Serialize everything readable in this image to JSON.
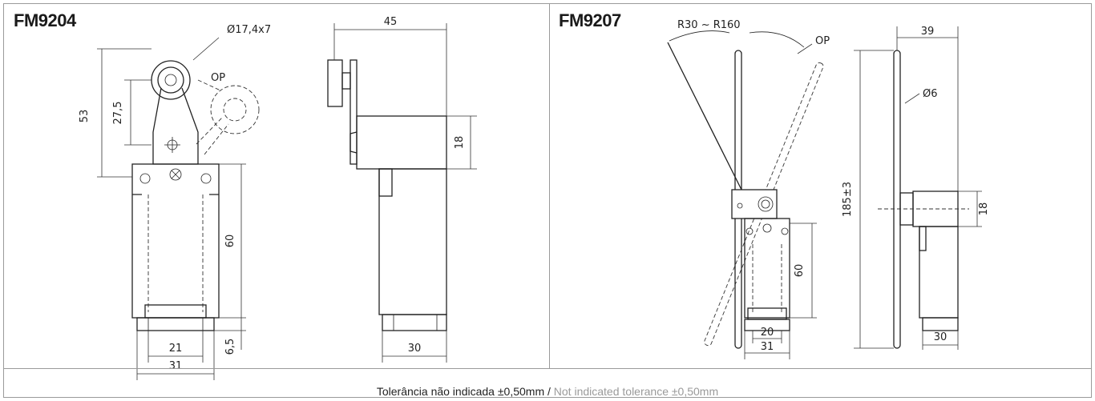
{
  "left_panel": {
    "title": "FM9204",
    "dims": {
      "roller": "Ø17,4x7",
      "op": "OP",
      "d53": "53",
      "d27_5": "27,5",
      "d45": "45",
      "d18": "18",
      "d60": "60",
      "d6_5": "6,5",
      "d21": "21",
      "d31": "31",
      "d30": "30"
    }
  },
  "right_panel": {
    "title": "FM9207",
    "dims": {
      "radius": "R30 ~ R160",
      "op": "OP",
      "d39": "39",
      "d6": "Ø6",
      "d185": "185±3",
      "d18": "18",
      "d60": "60",
      "d20": "20",
      "d31": "31",
      "d30": "30"
    }
  },
  "footer": {
    "tolerance_pt": "Tolerância não indicada ±0,50mm",
    "separator": " / ",
    "tolerance_en": "Not indicated tolerance ±0,50mm"
  }
}
